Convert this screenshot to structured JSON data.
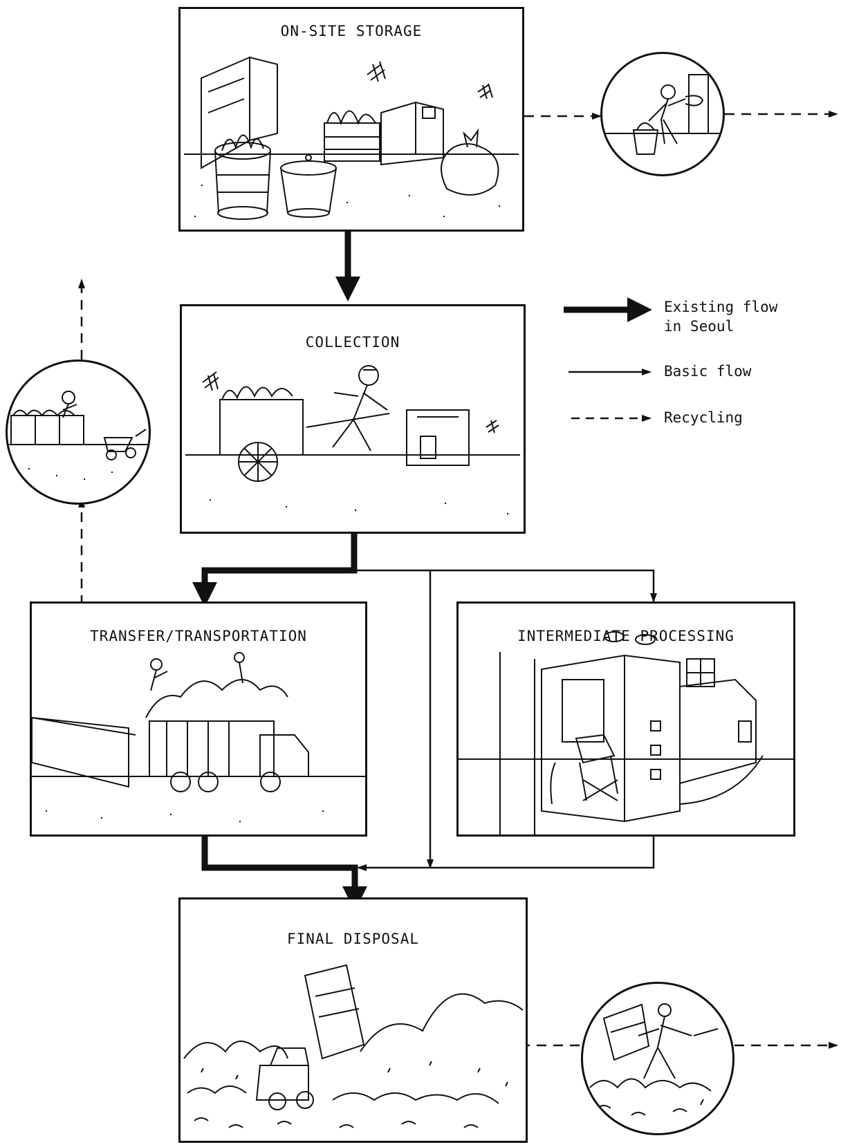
{
  "stages": {
    "on_site_storage": "ON-SITE STORAGE",
    "collection": "COLLECTION",
    "transfer": "TRANSFER/TRANSPORTATION",
    "intermediate": "INTERMEDIATE PROCESSING",
    "final_disposal": "FINAL DISPOSAL"
  },
  "legend": {
    "existing_flow": "Existing flow\nin Seoul",
    "basic_flow": "Basic flow",
    "recycling": "Recycling"
  },
  "icons": [
    "trash-bins-illustration",
    "handcart-illustration",
    "dump-truck-illustration",
    "processing-plant-illustration",
    "landfill-illustration",
    "scavenger-illustration"
  ]
}
